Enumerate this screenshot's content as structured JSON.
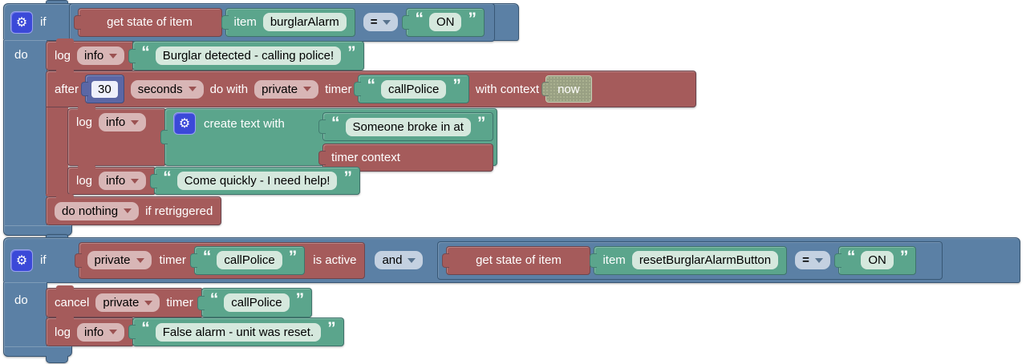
{
  "quotes": {
    "open": "“",
    "close": "”"
  },
  "icons": {
    "gear": "⚙"
  },
  "rule1": {
    "if_label": "if",
    "do_label": "do",
    "condition": {
      "get_state_label": "get state of item",
      "item_label": "item",
      "item_name": "burglarAlarm",
      "operator": "=",
      "value": "ON"
    },
    "log_burglar": {
      "log_label": "log",
      "level": "info",
      "message": "Burglar detected - calling police!"
    },
    "after_timer": {
      "after_label": "after",
      "duration": "30",
      "unit": "seconds",
      "do_with_label": "do with",
      "scope": "private",
      "timer_label": "timer",
      "timer_name": "callPolice",
      "with_context_label": "with context",
      "context_value": "now"
    },
    "log_broke_in": {
      "log_label": "log",
      "level": "info",
      "create_text_label": "create text with",
      "text_part": "Someone broke in at",
      "context_part": "timer context"
    },
    "log_help": {
      "log_label": "log",
      "level": "info",
      "message": "Come quickly - I need help!"
    },
    "retrigger": {
      "policy": "do nothing",
      "suffix_label": "if retriggered"
    }
  },
  "rule2": {
    "if_label": "if",
    "do_label": "do",
    "timer_active": {
      "scope": "private",
      "timer_label": "timer",
      "timer_name": "callPolice",
      "is_active_label": "is active"
    },
    "logic_operator": "and",
    "condition": {
      "get_state_label": "get state of item",
      "item_label": "item",
      "item_name": "resetBurglarAlarmButton",
      "operator": "=",
      "value": "ON"
    },
    "cancel_timer": {
      "cancel_label": "cancel",
      "scope": "private",
      "timer_label": "timer",
      "timer_name": "callPolice"
    },
    "log_false_alarm": {
      "log_label": "log",
      "level": "info",
      "message": "False alarm - unit was reset."
    }
  }
}
